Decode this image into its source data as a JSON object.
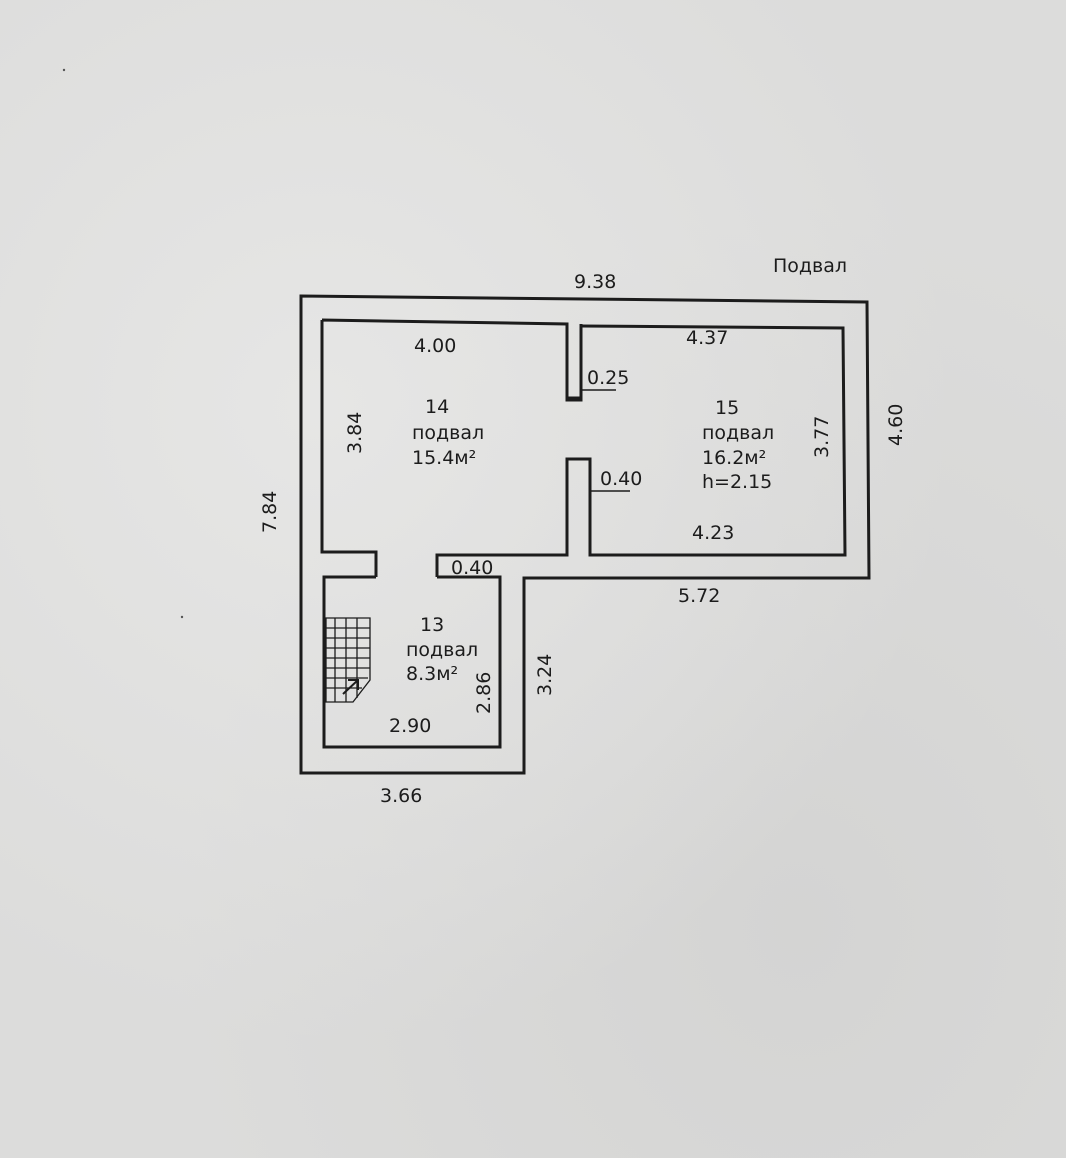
{
  "plan": {
    "title": "Подвал",
    "ink_color": "#1c1c1c",
    "paper_color": "#dcdcdb",
    "dimensions": {
      "overall_top": "9.38",
      "overall_left": "7.84",
      "right_upper": "4.60",
      "bottom_left": "3.66",
      "step_right": "5.72",
      "lower_right_wall": "3.24",
      "room14_top": "4.00",
      "room14_left": "3.84",
      "room15_top": "4.37",
      "room15_right": "3.77",
      "room15_bottom": "4.23",
      "partition_upper": "0.25",
      "partition_lower": "0.40",
      "doorway": "0.40",
      "room13_bottom": "2.90",
      "room13_right": "2.86"
    },
    "rooms": [
      {
        "number": "14",
        "name": "подвал",
        "area": "15.4м²"
      },
      {
        "number": "15",
        "name": "подвал",
        "area": "16.2м²",
        "height": "h=2.15"
      },
      {
        "number": "13",
        "name": "подвал",
        "area": "8.3м²"
      }
    ],
    "icons": {
      "stairs": "staircase-icon",
      "arrow": "stair-arrow-icon"
    }
  }
}
